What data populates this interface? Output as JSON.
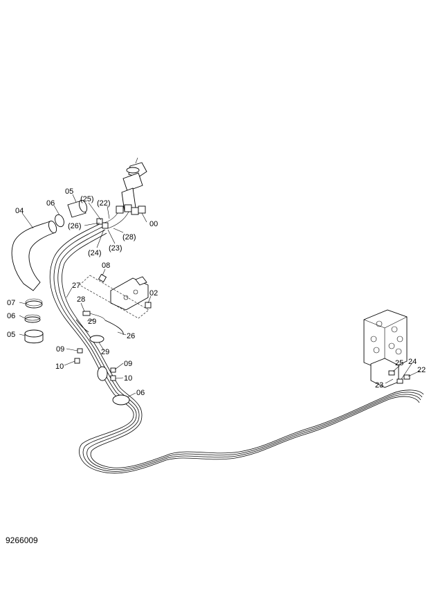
{
  "drawing_number": "9266009",
  "callouts": [
    {
      "id": "c04",
      "text": "04"
    },
    {
      "id": "c06a",
      "text": "06"
    },
    {
      "id": "c05a",
      "text": "05"
    },
    {
      "id": "c25p",
      "text": "(25)"
    },
    {
      "id": "c22p",
      "text": "(22)"
    },
    {
      "id": "c26p",
      "text": "(26)"
    },
    {
      "id": "c00",
      "text": "00"
    },
    {
      "id": "c28p",
      "text": "(28)"
    },
    {
      "id": "c24p",
      "text": "(24)"
    },
    {
      "id": "c23p",
      "text": "(23)"
    },
    {
      "id": "c08",
      "text": "08"
    },
    {
      "id": "c27",
      "text": "27"
    },
    {
      "id": "c02",
      "text": "02"
    },
    {
      "id": "c07",
      "text": "07"
    },
    {
      "id": "c28",
      "text": "28"
    },
    {
      "id": "c06b",
      "text": "06"
    },
    {
      "id": "c29a",
      "text": "29"
    },
    {
      "id": "c26",
      "text": "26"
    },
    {
      "id": "c05b",
      "text": "05"
    },
    {
      "id": "c29b",
      "text": "29"
    },
    {
      "id": "c09a",
      "text": "09"
    },
    {
      "id": "c10a",
      "text": "10"
    },
    {
      "id": "c09b",
      "text": "09"
    },
    {
      "id": "c10b",
      "text": "10"
    },
    {
      "id": "c06c",
      "text": "06"
    },
    {
      "id": "c25",
      "text": "25"
    },
    {
      "id": "c24",
      "text": "24"
    },
    {
      "id": "c22",
      "text": "22"
    },
    {
      "id": "c23",
      "text": "23"
    }
  ]
}
